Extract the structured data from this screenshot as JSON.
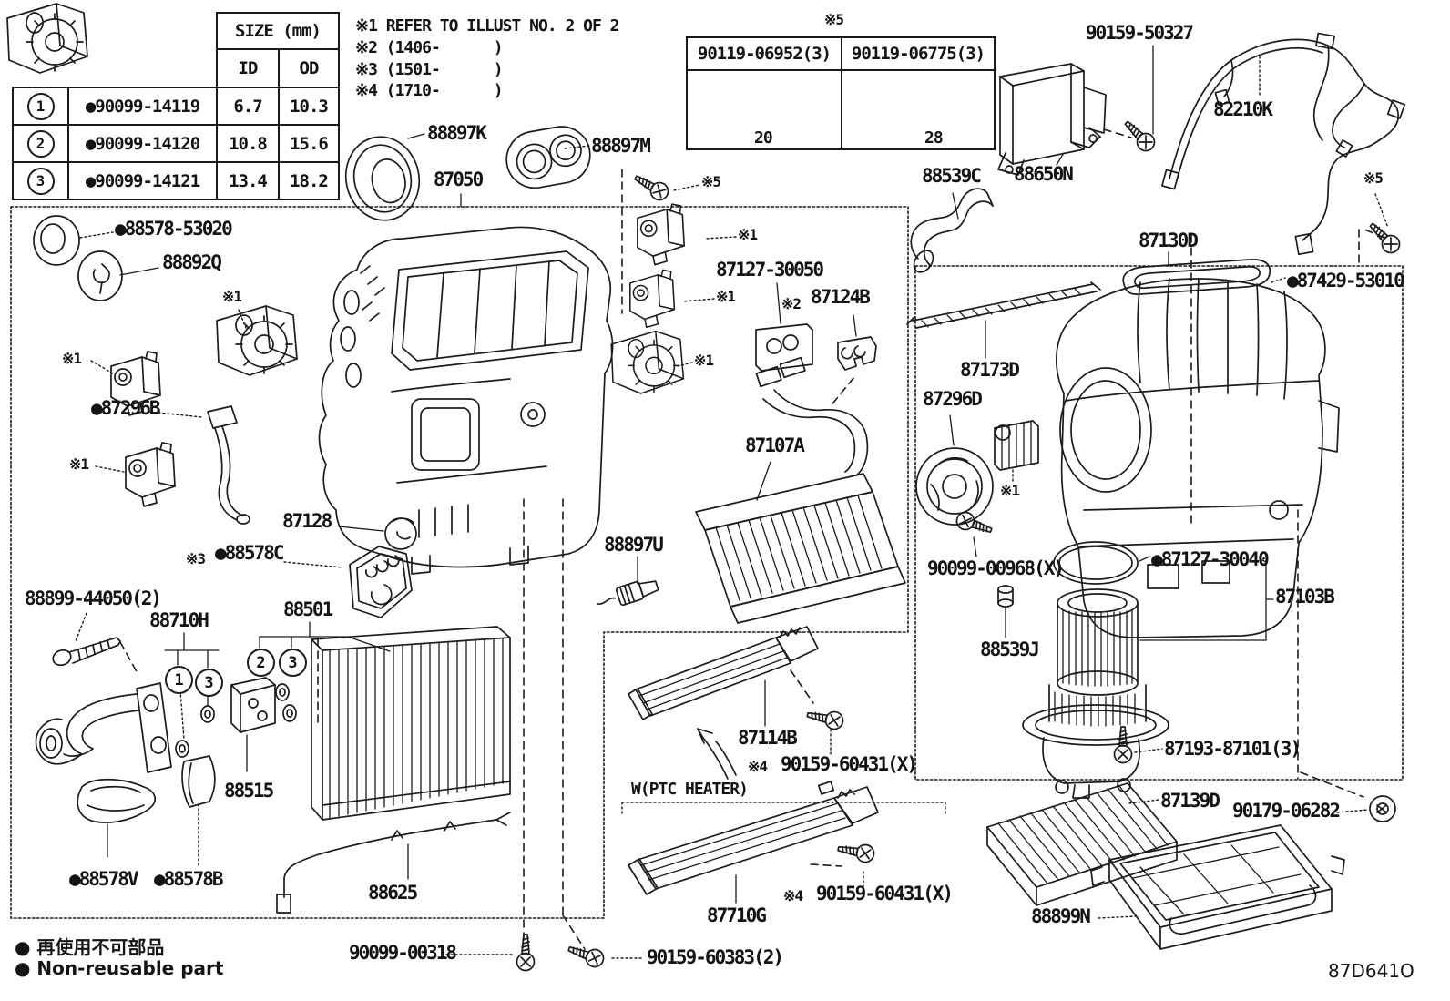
{
  "size_table": {
    "title": "SIZE (mm)",
    "col_id": "ID",
    "col_od": "OD",
    "rows": [
      {
        "num": "1",
        "part": "●90099-14119",
        "id": "6.7",
        "od": "10.3"
      },
      {
        "num": "2",
        "part": "●90099-14120",
        "id": "10.8",
        "od": "15.6"
      },
      {
        "num": "3",
        "part": "●90099-14121",
        "id": "13.4",
        "od": "18.2"
      }
    ]
  },
  "notes": {
    "n1": "※1 REFER TO ILLUST NO. 2 OF 2",
    "n2": "※2 (1406-      )",
    "n3": "※3 (1501-      )",
    "n4": "※4 (1710-      )"
  },
  "bolt_table": {
    "ref": "※5",
    "left_part": "90119-06952(3)",
    "left_len": "20",
    "right_part": "90119-06775(3)",
    "right_len": "28"
  },
  "labels": {
    "x1": "※1",
    "x2": "※2",
    "x3": "※3",
    "x4": "※4",
    "x5": "※5",
    "p90159_50327": "90159-50327",
    "p82210K": "82210K",
    "p88650N": "88650N",
    "p88539C": "88539C",
    "p87130D": "87130D",
    "p87429_53010": "●87429-53010",
    "p87173D": "87173D",
    "p87296D": "87296D",
    "p90099_00968": "90099-00968(X)",
    "p88539J": "88539J",
    "p87127_30040": "●87127-30040",
    "p87103B": "87103B",
    "p87193_87101": "87193-87101(3)",
    "p87139D": "87139D",
    "p90179_06282": "90179-06282",
    "p88899N": "88899N",
    "p88897K": "88897K",
    "p88897M": "88897M",
    "p87050": "87050",
    "p88578_53020": "●88578-53020",
    "p88892Q": "88892Q",
    "p87296B": "●87296B",
    "p87127_30050": "87127-30050",
    "p87124B": "87124B",
    "p87107A": "87107A",
    "p88897U": "88897U",
    "p87128": "87128",
    "p88578C": "●88578C",
    "p88899_44050": "88899-44050(2)",
    "p88710H": "88710H",
    "p88501": "88501",
    "p88515": "88515",
    "p88578V": "●88578V",
    "p88578B": "●88578B",
    "p88625": "88625",
    "p90099_00318": "90099-00318",
    "p90159_60383": "90159-60383(2)",
    "p87710G": "87710G",
    "p90159_60431": "90159-60431(X)",
    "pW_PTC": "W(PTC HEATER)",
    "p87114B": "87114B"
  },
  "callouts": {
    "one": "1",
    "two": "2",
    "three": "3"
  },
  "legend": {
    "jp": "● 再使用不可部品",
    "en": "● Non-reusable part"
  },
  "footer": {
    "diagram_code": "87D641O"
  }
}
